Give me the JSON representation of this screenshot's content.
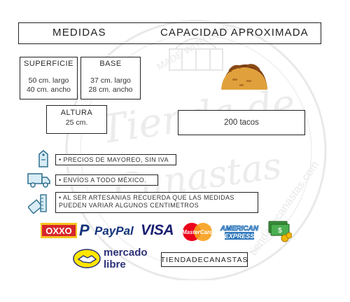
{
  "watermark": {
    "text_top": "MADE WITH LOVE",
    "text_mid": "Tienda de",
    "text_low": "Canastas",
    "text_side": "tiendadecanastas.com"
  },
  "header": {
    "left": "MEDIDAS",
    "right": "CAPACIDAD APROXIMADA"
  },
  "superficie": {
    "title": "SUPERFICIE",
    "line1": "50 cm. largo",
    "line2": "40 cm. ancho"
  },
  "base": {
    "title": "BASE",
    "line1": "37 cm. largo",
    "line2": "28 cm. ancho"
  },
  "altura": {
    "title": "ALTURA",
    "line1": "25 cm."
  },
  "capacidad": {
    "value": "200 tacos"
  },
  "notes": [
    {
      "icon": "price-tag-icon",
      "text": "• PRECIOS DE MAYOREO, SIN IVA"
    },
    {
      "icon": "delivery-truck-icon",
      "text": "• ENVÍOS A TODO MÉXICO."
    },
    {
      "icon": "ruler-basket-icon",
      "text": "• AL SER ARTESANIAS RECUERDA QUE LAS MEDIDAS PUEDEN VARIAR ALGUNOS CENTIMETROS"
    }
  ],
  "payments": {
    "oxxo": "OXXO",
    "paypal": "PayPal",
    "visa": "VISA",
    "mastercard": "MasterCard",
    "amex1": "AMERICAN",
    "amex2": "EXPRESS"
  },
  "mercadolibre": {
    "line1": "mercado",
    "line2": "libre"
  },
  "shop_label": "TIENDADECANASTAS",
  "colors": {
    "taco": "#e0a13c",
    "taco_dark": "#8a4a16",
    "paypal": "#14347a",
    "visa": "#1a1f71",
    "oxxo": "#d7262b",
    "meli": "#ffe600",
    "amex": "#2e77bb"
  }
}
